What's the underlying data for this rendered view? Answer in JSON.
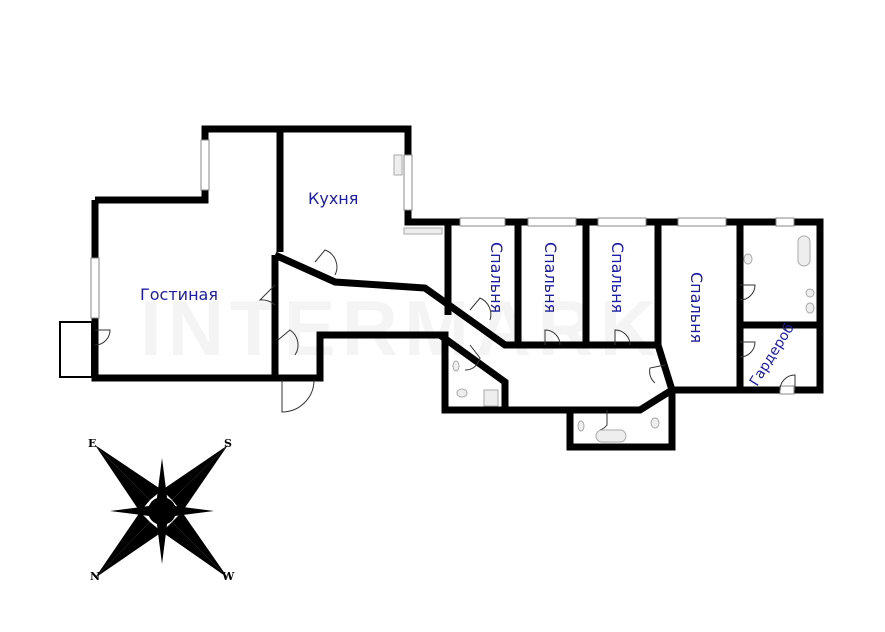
{
  "rooms": {
    "living_room": "Гостиная",
    "kitchen": "Кухня",
    "bedroom_1": "Спальня",
    "bedroom_2": "Спальня",
    "bedroom_3": "Спальня",
    "bedroom_4": "Спальня",
    "wardrobe": "Гардероб"
  },
  "watermark": "INTERMARK",
  "compass": {
    "top_left": "E",
    "top_right": "S",
    "bottom_left": "N",
    "bottom_right": "W"
  },
  "colors": {
    "wall": "#000000",
    "label": "#1c1ca8"
  }
}
